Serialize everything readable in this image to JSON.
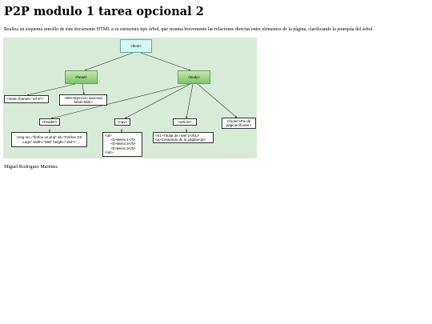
{
  "page": {
    "title": "P2P modulo 1 tarea opcional 2",
    "intro": "Realiza un esquema sencillo de este documento HTML a su estructura tipo árbol, que resuma brevemente las relaciones directas entre elementos de la página, clarificando la jerarquía del árbol.",
    "author": "Miguel Rodriguez Martinez"
  },
  "diagram": {
    "html": "<html>",
    "head": "<head>",
    "body": "<body>",
    "meta": "<meta charset=\"utf-8\">",
    "title_tag": "<title>Ejercicio opcional árbol</title>",
    "header": "<header>",
    "nav": "<nav>",
    "article": "<article>",
    "footer": "<footer>Pie de página</footer>",
    "img": "<img src=\"firefox-os.png\" alt=\"Firefox OS Logo\" width=\"299\" height=\"164\">",
    "ul": "<ul>\n      <li>Menú 1</li>\n      <li>Menú 2</li>\n      <li>Menú 3</li>\n</ul>",
    "article_content": "<h1>Titular de nivel 1</h1>\n<p>Contenido de la página</p>"
  },
  "colors": {
    "diagram_background": "#d8ead8",
    "root_fill": "#d9f4f4",
    "green_fill": "#9fd486"
  }
}
